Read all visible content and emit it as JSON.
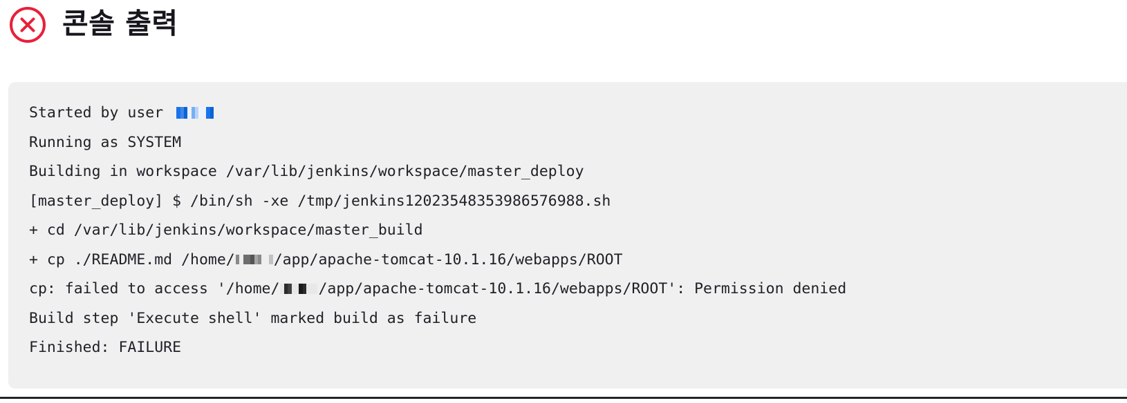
{
  "header": {
    "icon": "error-circle-x-icon",
    "icon_color": "#e8203a",
    "title": "콘솔 출력"
  },
  "console": {
    "background_color": "#f0f0f0",
    "text_color": "#1f2027",
    "lines": [
      {
        "id": "line-started-by-user",
        "segments": [
          {
            "type": "text",
            "value": "Started by user "
          },
          {
            "type": "redaction",
            "style": "blue",
            "label": "redacted-username"
          }
        ]
      },
      {
        "id": "line-running-as",
        "segments": [
          {
            "type": "text",
            "value": "Running as SYSTEM"
          }
        ]
      },
      {
        "id": "line-building-in-workspace",
        "segments": [
          {
            "type": "text",
            "value": "Building in workspace /var/lib/jenkins/workspace/master_deploy"
          }
        ]
      },
      {
        "id": "line-shell-invocation",
        "segments": [
          {
            "type": "text",
            "value": "[master_deploy] $ /bin/sh -xe /tmp/jenkins12023548353986576988.sh"
          }
        ]
      },
      {
        "id": "line-cd",
        "segments": [
          {
            "type": "text",
            "value": "+ cd /var/lib/jenkins/workspace/master_build"
          }
        ]
      },
      {
        "id": "line-cp",
        "segments": [
          {
            "type": "text",
            "value": "+ cp ./README.md /home/"
          },
          {
            "type": "redaction",
            "style": "grey",
            "label": "redacted-home-user"
          },
          {
            "type": "text",
            "value": "/app/apache-tomcat-10.1.16/webapps/ROOT"
          }
        ]
      },
      {
        "id": "line-cp-error",
        "segments": [
          {
            "type": "text",
            "value": "cp: failed to access '/home/"
          },
          {
            "type": "redaction",
            "style": "dark",
            "label": "redacted-home-user"
          },
          {
            "type": "text",
            "value": "/app/apache-tomcat-10.1.16/webapps/ROOT': Permission denied"
          }
        ]
      },
      {
        "id": "line-build-step",
        "segments": [
          {
            "type": "text",
            "value": "Build step 'Execute shell' marked build as failure"
          }
        ]
      },
      {
        "id": "line-finished",
        "segments": [
          {
            "type": "text",
            "value": "Finished: FAILURE"
          }
        ]
      }
    ]
  },
  "colors": {
    "error_red": "#e8203a",
    "redaction_blue": "#1a73e8",
    "redaction_grey": "#8a8a8a",
    "redaction_dark": "#2b2b2b",
    "rule": "#212529"
  }
}
